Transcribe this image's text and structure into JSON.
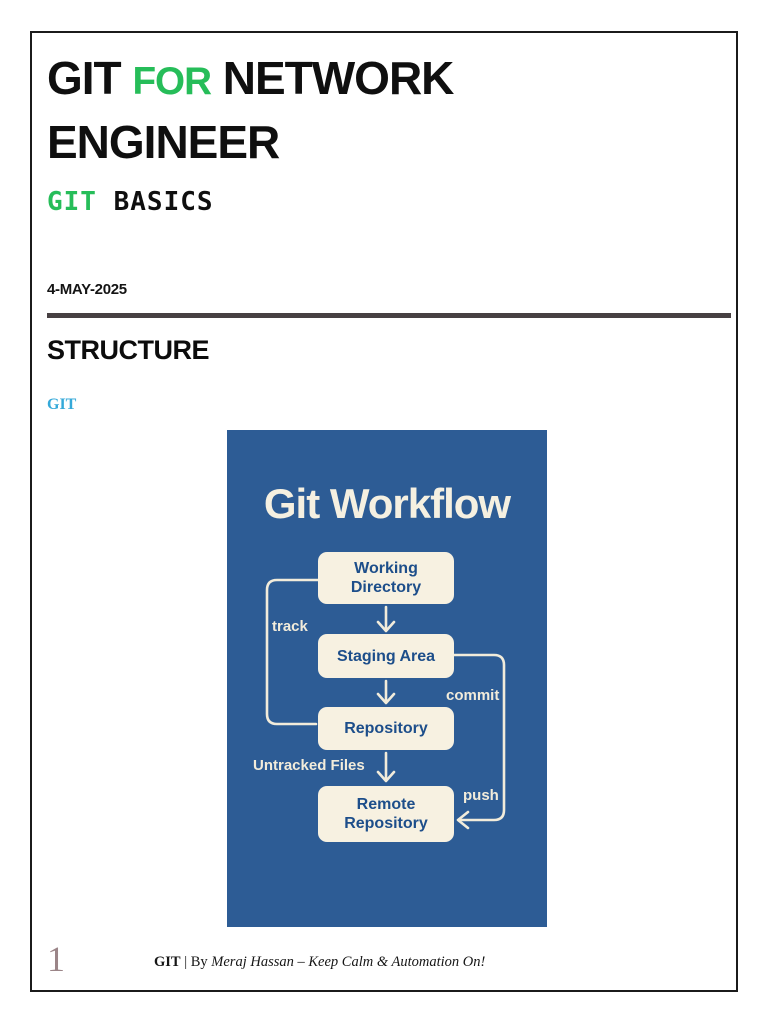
{
  "header": {
    "title_part1": "GIT ",
    "title_highlight": "FOR",
    "title_part3": " NETWORK ENGINEER",
    "subtitle_highlight": "GIT",
    "subtitle_rest": " BASICS",
    "date": "4-MAY-2025"
  },
  "section": {
    "heading": "STRUCTURE",
    "subheading": "GIT"
  },
  "diagram": {
    "title": "Git Workflow",
    "nodes": [
      {
        "label": "Working Directory"
      },
      {
        "label": "Staging Area"
      },
      {
        "label": "Repository"
      },
      {
        "label": "Remote Repository"
      }
    ],
    "edge_labels": {
      "track": "track",
      "commit": "commit",
      "push": "push",
      "untracked": "Untracked Files"
    },
    "colors": {
      "background": "#2d5c95",
      "box_fill": "#f7f1e1",
      "box_text": "#1d4e8a",
      "line": "#f2ecdb"
    }
  },
  "footer": {
    "page_number": "1",
    "doc_label": "GIT",
    "separator": " | By ",
    "byline": "Meraj Hassan – Keep Calm & Automation On!"
  },
  "colors": {
    "accent_green": "#26bd59",
    "accent_blue": "#35a9d9",
    "divider": "#474042",
    "text": "#0f0f0f",
    "page_number": "#9b8588"
  }
}
